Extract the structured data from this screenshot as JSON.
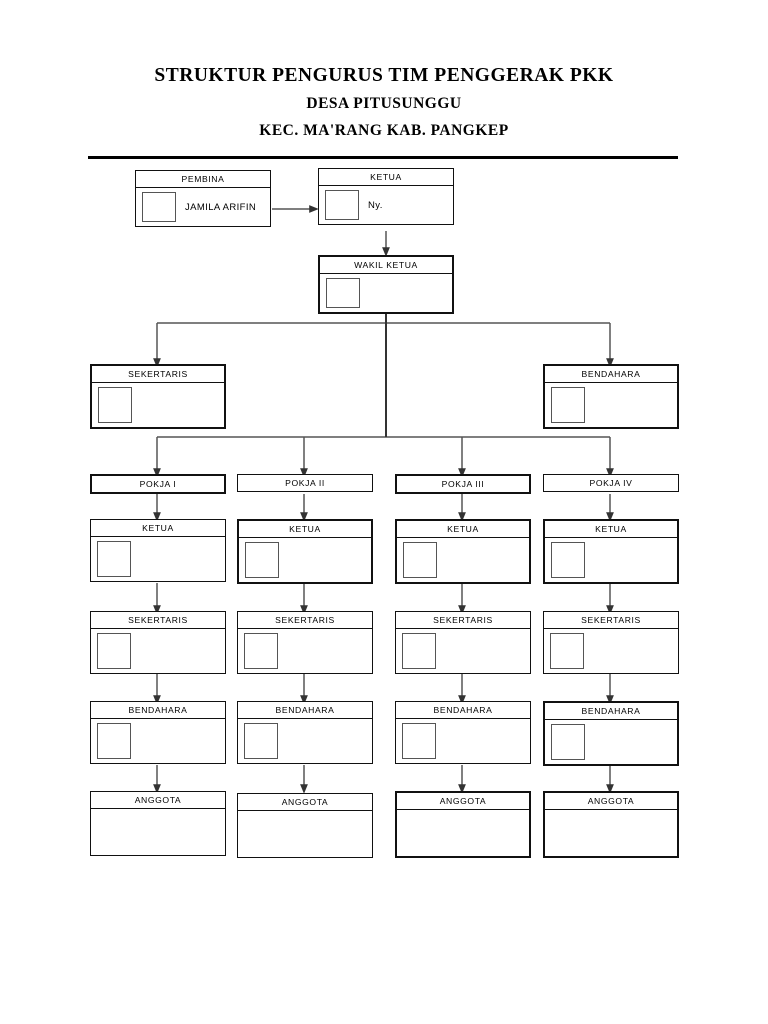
{
  "title": {
    "line1": "STRUKTUR PENGURUS TIM PENGGERAK PKK",
    "line2": "DESA PITUSUNGGU",
    "line3": "KEC. MA'RANG KAB. PANGKEP"
  },
  "chart_data": {
    "type": "diagram",
    "diagram_kind": "organizational-chart",
    "title": "STRUKTUR PENGURUS TIM PENGGERAK PKK DESA PITUSUNGGU KEC. MA'RANG KAB. PANGKEP",
    "top_level": [
      {
        "id": "pembina",
        "header": "PEMBINA",
        "name": "JAMILA ARIFIN",
        "has_photo": true
      },
      {
        "id": "ketua",
        "header": "KETUA",
        "name": "Ny.",
        "has_photo": true
      },
      {
        "id": "wakil-ketua",
        "header": "WAKIL KETUA",
        "name": "",
        "has_photo": true
      },
      {
        "id": "sekertaris",
        "header": "SEKERTARIS",
        "name": "",
        "has_photo": true
      },
      {
        "id": "bendahara",
        "header": "BENDAHARA",
        "name": "",
        "has_photo": true
      }
    ],
    "pokja_columns": [
      {
        "label": "POKJA I",
        "rows": [
          {
            "header": "KETUA",
            "name": "",
            "has_photo": true
          },
          {
            "header": "SEKERTARIS",
            "name": "",
            "has_photo": true
          },
          {
            "header": "BENDAHARA",
            "name": "",
            "has_photo": true
          },
          {
            "header": "ANGGOTA",
            "name": "",
            "has_photo": false
          }
        ]
      },
      {
        "label": "POKJA II",
        "rows": [
          {
            "header": "KETUA",
            "name": "",
            "has_photo": true
          },
          {
            "header": "SEKERTARIS",
            "name": "",
            "has_photo": true
          },
          {
            "header": "BENDAHARA",
            "name": "",
            "has_photo": true
          },
          {
            "header": "ANGGOTA",
            "name": "",
            "has_photo": false
          }
        ]
      },
      {
        "label": "POKJA III",
        "rows": [
          {
            "header": "KETUA",
            "name": "",
            "has_photo": true
          },
          {
            "header": "SEKERTARIS",
            "name": "",
            "has_photo": true
          },
          {
            "header": "BENDAHARA",
            "name": "",
            "has_photo": true
          },
          {
            "header": "ANGGOTA",
            "name": "",
            "has_photo": false
          }
        ]
      },
      {
        "label": "POKJA IV",
        "rows": [
          {
            "header": "KETUA",
            "name": "",
            "has_photo": true
          },
          {
            "header": "SEKERTARIS",
            "name": "",
            "has_photo": true
          },
          {
            "header": "BENDAHARA",
            "name": "",
            "has_photo": true
          },
          {
            "header": "ANGGOTA",
            "name": "",
            "has_photo": false
          }
        ]
      }
    ],
    "edges": [
      {
        "from": "pembina",
        "to": "ketua",
        "style": "horizontal-arrow"
      },
      {
        "from": "ketua",
        "to": "wakil-ketua",
        "style": "vertical-arrow"
      },
      {
        "from": "wakil-ketua",
        "to": "sekertaris",
        "style": "elbow-arrow"
      },
      {
        "from": "wakil-ketua",
        "to": "bendahara",
        "style": "elbow-arrow"
      },
      {
        "from": "wakil-ketua",
        "to": "POKJA I",
        "style": "elbow-arrow"
      },
      {
        "from": "wakil-ketua",
        "to": "POKJA II",
        "style": "elbow-arrow"
      },
      {
        "from": "wakil-ketua",
        "to": "POKJA III",
        "style": "elbow-arrow"
      },
      {
        "from": "wakil-ketua",
        "to": "POKJA IV",
        "style": "elbow-arrow"
      },
      {
        "from": "POKJA I",
        "to": "KETUA I",
        "style": "vertical-arrow"
      },
      {
        "from": "KETUA I",
        "to": "SEKERTARIS I",
        "style": "vertical-arrow"
      },
      {
        "from": "SEKERTARIS I",
        "to": "BENDAHARA I",
        "style": "vertical-arrow"
      },
      {
        "from": "BENDAHARA I",
        "to": "ANGGOTA I",
        "style": "vertical-arrow"
      },
      {
        "from": "POKJA II",
        "to": "KETUA II",
        "style": "vertical-arrow"
      },
      {
        "from": "KETUA II",
        "to": "SEKERTARIS II",
        "style": "vertical-arrow"
      },
      {
        "from": "SEKERTARIS II",
        "to": "BENDAHARA II",
        "style": "vertical-arrow"
      },
      {
        "from": "BENDAHARA II",
        "to": "ANGGOTA II",
        "style": "vertical-arrow"
      },
      {
        "from": "POKJA III",
        "to": "KETUA III",
        "style": "vertical-arrow"
      },
      {
        "from": "KETUA III",
        "to": "SEKERTARIS III",
        "style": "vertical-arrow"
      },
      {
        "from": "SEKERTARIS III",
        "to": "BENDAHARA III",
        "style": "vertical-arrow"
      },
      {
        "from": "BENDAHARA III",
        "to": "ANGGOTA III",
        "style": "vertical-arrow"
      },
      {
        "from": "POKJA IV",
        "to": "KETUA IV",
        "style": "vertical-arrow"
      },
      {
        "from": "KETUA IV",
        "to": "SEKERTARIS IV",
        "style": "vertical-arrow"
      },
      {
        "from": "SEKERTARIS IV",
        "to": "BENDAHARA IV",
        "style": "vertical-arrow"
      },
      {
        "from": "BENDAHARA IV",
        "to": "ANGGOTA IV",
        "style": "vertical-arrow"
      }
    ],
    "colors": {
      "line": "#555555",
      "border": "#111111",
      "background": "#ffffff"
    }
  }
}
